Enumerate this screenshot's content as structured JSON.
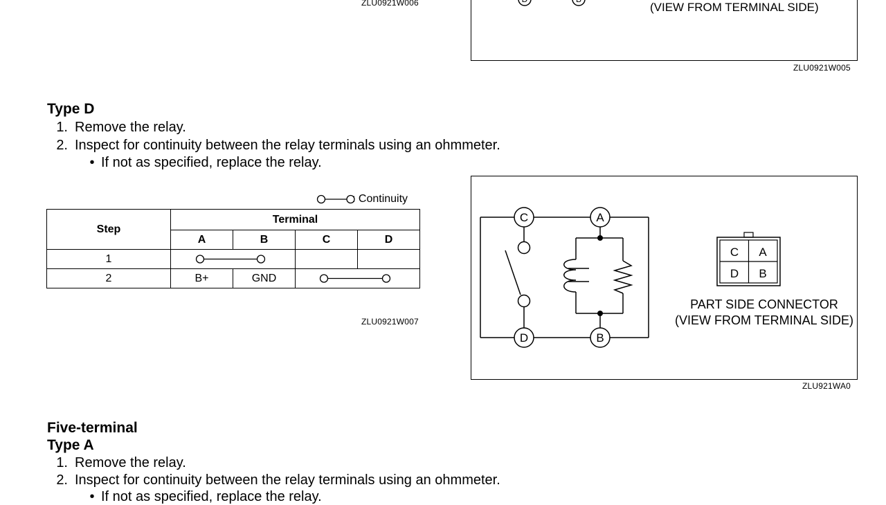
{
  "top_figure": {
    "terminal_labels": [
      "D",
      "B"
    ],
    "connector_caption": "(VIEW FROM TERMINAL SIDE)",
    "code_left": "ZLU0921W006",
    "code_right": "ZLU0921W005"
  },
  "type_d": {
    "heading": "Type D",
    "steps": [
      {
        "num": "1.",
        "text": "Remove the relay."
      },
      {
        "num": "2.",
        "text": "Inspect for continuity between the relay terminals using an ohmmeter."
      }
    ],
    "bullet": "If not as specified, replace the relay."
  },
  "continuity_table": {
    "legend": ": Continuity",
    "step_header": "Step",
    "terminal_header": "Terminal",
    "terminals": [
      "A",
      "B",
      "C",
      "D"
    ],
    "rows": [
      {
        "step": "1",
        "cells": [
          "",
          "",
          "",
          ""
        ],
        "continuity": "A-B"
      },
      {
        "step": "2",
        "cells": [
          "B+",
          "GND",
          "",
          ""
        ],
        "continuity": "C-D"
      }
    ],
    "code": "ZLU0921W007"
  },
  "relay_diagram": {
    "terminals": [
      "C",
      "A",
      "D",
      "B"
    ],
    "connector_grid": [
      "C",
      "A",
      "D",
      "B"
    ],
    "connector_caption_line1": "PART SIDE CONNECTOR",
    "connector_caption_line2": "(VIEW FROM TERMINAL SIDE)",
    "code": "ZLU921WA0"
  },
  "five_terminal": {
    "heading": "Five-terminal",
    "subheading": "Type A",
    "steps": [
      {
        "num": "1.",
        "text": "Remove the relay."
      },
      {
        "num": "2.",
        "text": "Inspect for continuity between the relay terminals using an ohmmeter."
      }
    ],
    "bullet": "If not as specified, replace the relay."
  }
}
